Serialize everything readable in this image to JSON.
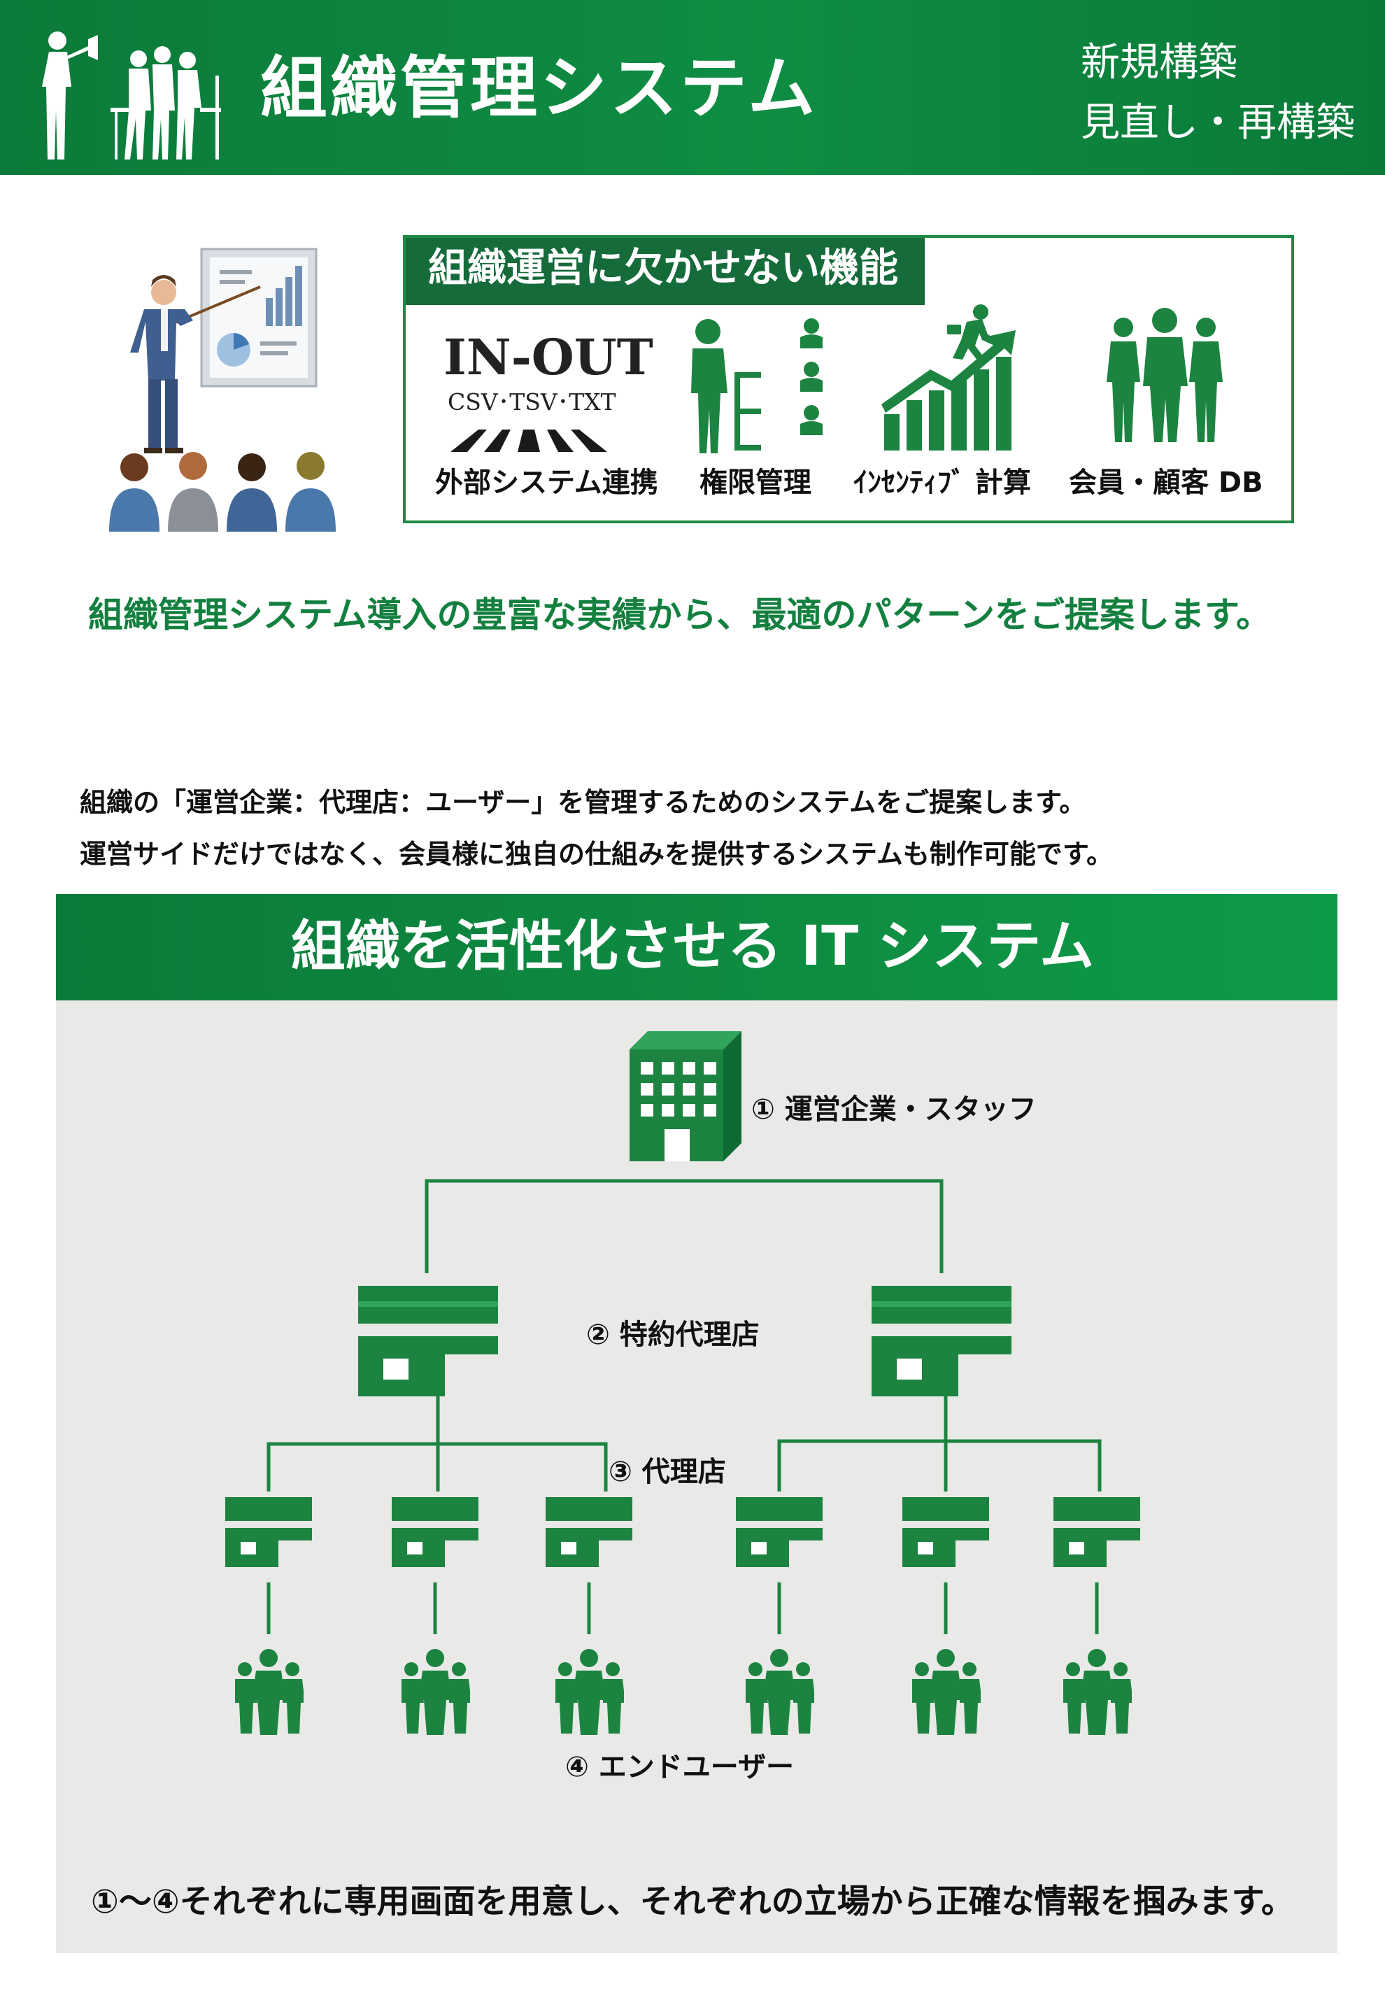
{
  "header": {
    "title": "組織管理システム",
    "tags": [
      "新規構築",
      "見直し・再構築"
    ]
  },
  "features": {
    "title": "組織運営に欠かせない機能",
    "inout_main": "IN-OUT",
    "inout_sub": "CSV･TSV･TXT",
    "items": [
      {
        "label": "外部システム連携",
        "icon": "data-exchange-icon"
      },
      {
        "label": "権限管理",
        "icon": "org-chart-icon"
      },
      {
        "label": "ｲﾝｾﾝﾃｨﾌﾞ 計算",
        "icon": "growth-chart-icon"
      },
      {
        "label": "会員・顧客 DB",
        "icon": "people-group-icon"
      }
    ]
  },
  "lead": "組織管理システム導入の豊富な実績から、最適のパターンをご提案します。",
  "description": [
    "組織の「運営企業：代理店：ユーザー」を管理するためのシステムをご提案します。",
    "運営サイドだけではなく、会員様に独自の仕組みを提供するシステムも制作可能です。"
  ],
  "it_section": {
    "title": "組織を活性化させる IT システム",
    "levels": [
      "① 運営企業・スタッフ",
      "② 特約代理店",
      "③ 代理店",
      "④ エンドユーザー"
    ],
    "footer": "①〜④それぞれに専用画面を用意し、それぞれの立場から正確な情報を掴みます。"
  },
  "colors": {
    "brand_green": "#0e8d43",
    "dark_green": "#166b3b",
    "panel_gray": "#e9e9e8"
  }
}
